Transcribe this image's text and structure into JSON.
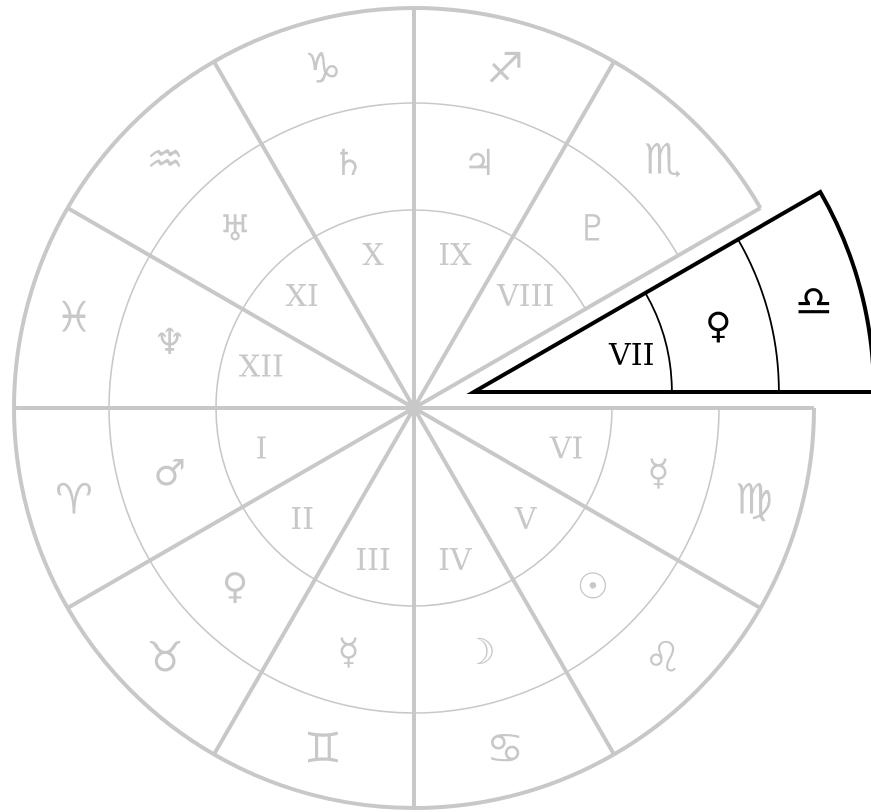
{
  "colors": {
    "wheel": "#c8c8c8",
    "highlight": "#000000",
    "background": "#ffffff"
  },
  "wheel": {
    "sectors": [
      {
        "house": "I",
        "planet": "♂",
        "planet_name": "mars-icon",
        "sign": "♈",
        "sign_name": "aries-icon"
      },
      {
        "house": "II",
        "planet": "♀",
        "planet_name": "venus-icon",
        "sign": "♉",
        "sign_name": "taurus-icon"
      },
      {
        "house": "III",
        "planet": "☿",
        "planet_name": "mercury-icon",
        "sign": "♊",
        "sign_name": "gemini-icon"
      },
      {
        "house": "IV",
        "planet": "☽",
        "planet_name": "moon-icon",
        "sign": "♋",
        "sign_name": "cancer-icon"
      },
      {
        "house": "V",
        "planet": "☉",
        "planet_name": "sun-icon",
        "sign": "♌",
        "sign_name": "leo-icon"
      },
      {
        "house": "VI",
        "planet": "☿",
        "planet_name": "mercury-icon",
        "sign": "♍",
        "sign_name": "virgo-icon"
      },
      {
        "house": "VII",
        "planet": "♀",
        "planet_name": "venus-icon",
        "sign": "♎",
        "sign_name": "libra-icon"
      },
      {
        "house": "VIII",
        "planet": "♇",
        "planet_name": "pluto-icon",
        "sign": "♏",
        "sign_name": "scorpio-icon"
      },
      {
        "house": "IX",
        "planet": "♃",
        "planet_name": "jupiter-icon",
        "sign": "♐",
        "sign_name": "sagittarius-icon"
      },
      {
        "house": "X",
        "planet": "♄",
        "planet_name": "saturn-icon",
        "sign": "♑",
        "sign_name": "capricorn-icon"
      },
      {
        "house": "XI",
        "planet": "♅",
        "planet_name": "uranus-icon",
        "sign": "♒",
        "sign_name": "aquarius-icon"
      },
      {
        "house": "XII",
        "planet": "♆",
        "planet_name": "neptune-icon",
        "sign": "♓",
        "sign_name": "pisces-icon"
      }
    ],
    "highlighted_house": "VII"
  }
}
